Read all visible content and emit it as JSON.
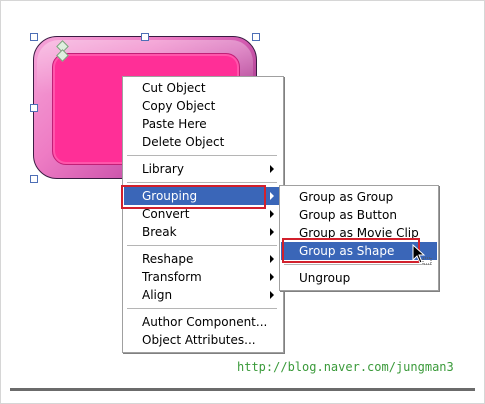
{
  "context_menu": {
    "items": [
      {
        "label": "Cut Object"
      },
      {
        "label": "Copy Object"
      },
      {
        "label": "Paste Here"
      },
      {
        "label": "Delete Object"
      },
      {
        "label": "Library"
      },
      {
        "label": "Grouping"
      },
      {
        "label": "Convert"
      },
      {
        "label": "Break"
      },
      {
        "label": "Reshape"
      },
      {
        "label": "Transform"
      },
      {
        "label": "Align"
      },
      {
        "label": "Author Component..."
      },
      {
        "label": "Object Attributes..."
      }
    ]
  },
  "submenu": {
    "items": [
      {
        "label": "Group as Group"
      },
      {
        "label": "Group as Button"
      },
      {
        "label": "Group as Movie Clip"
      },
      {
        "label": "Group as Shape"
      },
      {
        "label": "Ungroup"
      }
    ]
  },
  "watermark": "http://blog.naver.com/jungman3",
  "colors": {
    "highlight": "#3a66b8",
    "callout_red": "#d2202c",
    "shape_inner": "#ff2f97",
    "watermark": "#3a9a3a"
  }
}
